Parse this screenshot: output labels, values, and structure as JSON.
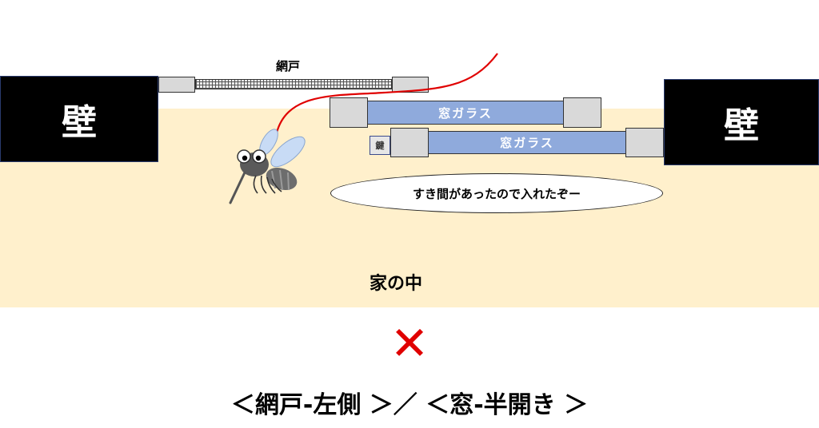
{
  "walls": {
    "left_label": "壁",
    "right_label": "壁"
  },
  "screen": {
    "label": "網戸"
  },
  "windows": {
    "upper_label": "窓ガラス",
    "lower_label": "窓ガラス",
    "lock_label": "鍵"
  },
  "mosquito": {
    "speech": "すき間があったので入れたぞー"
  },
  "interior": {
    "label": "家の中"
  },
  "verdict": {
    "mark": "✕",
    "caption": "＜網戸-左側 ＞／ ＜窓-半開き ＞"
  },
  "colors": {
    "interior": "#fff0cc",
    "glass": "#8faadc",
    "frame": "#d9d9d9",
    "gap_line": "#e00000",
    "cross": "#e00000"
  }
}
